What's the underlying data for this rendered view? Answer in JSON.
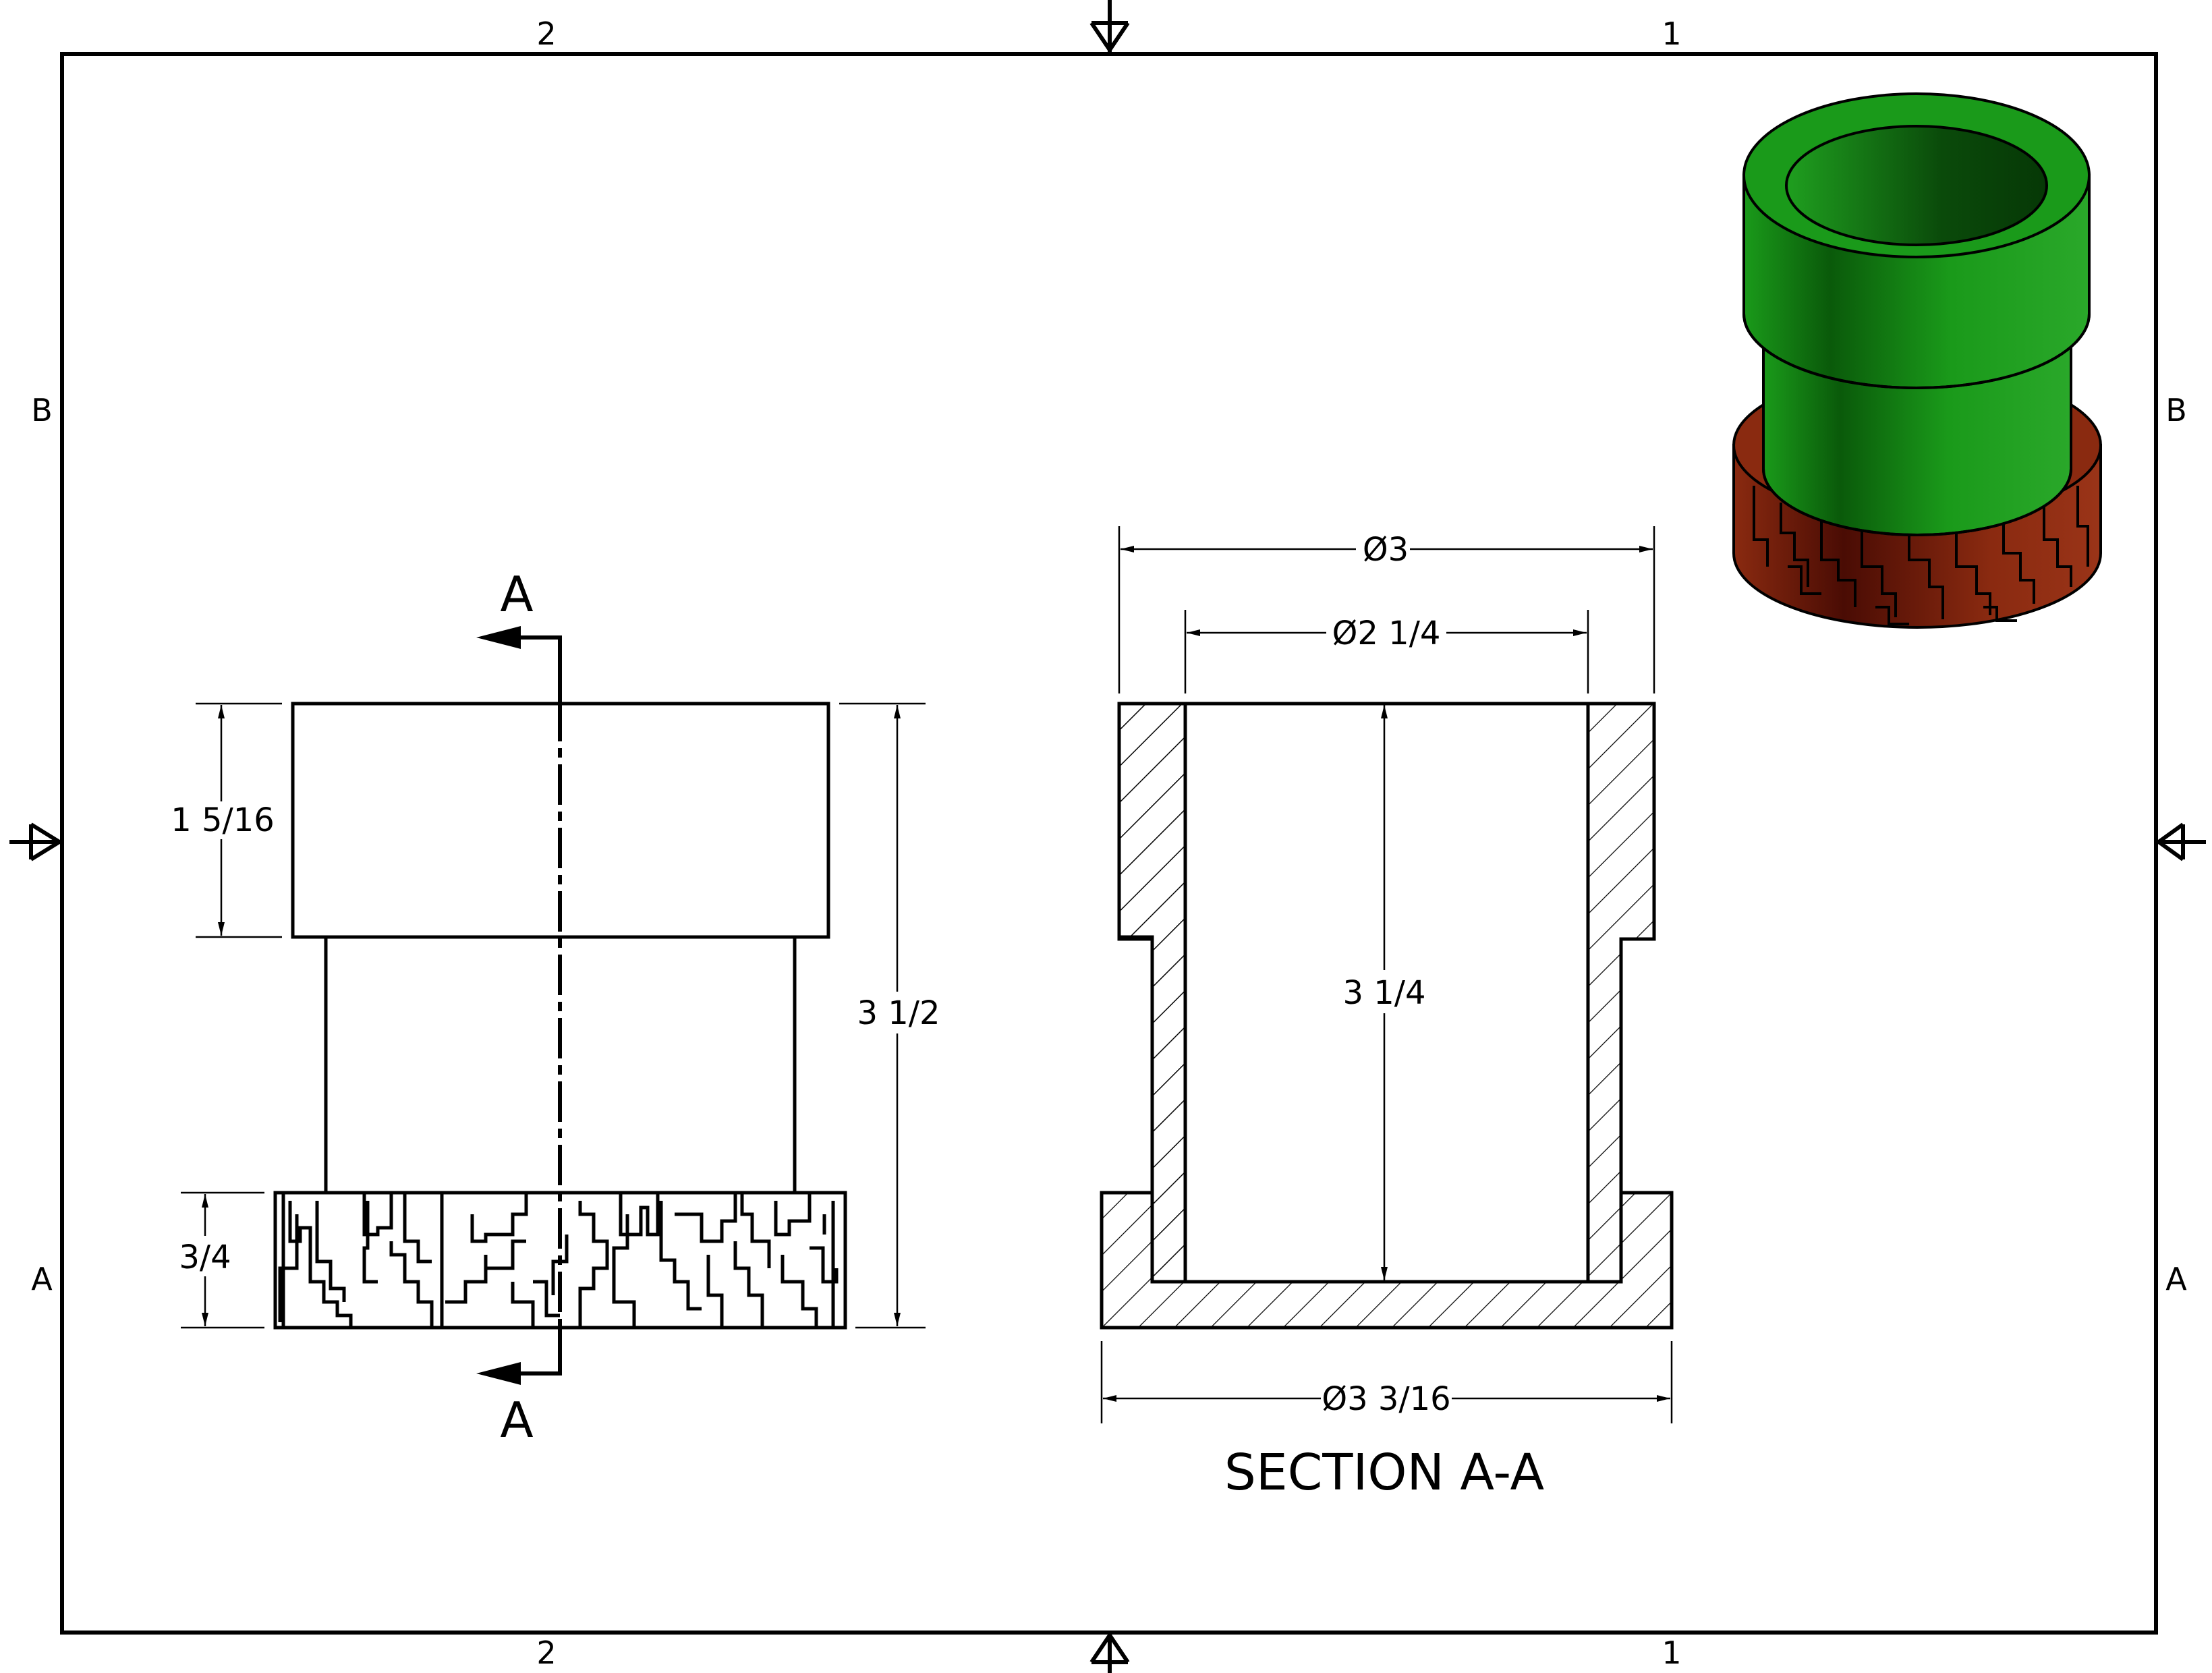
{
  "sheet": {
    "zone_top_left": "2",
    "zone_top_right": "1",
    "zone_bottom_left": "2",
    "zone_bottom_right": "1",
    "zone_left_upper": "B",
    "zone_left_lower": "A",
    "zone_right_upper": "B",
    "zone_right_lower": "A"
  },
  "front_view": {
    "section_letter_top": "A",
    "section_letter_bottom": "A",
    "dim_top_height": "1 5/16",
    "dim_total_height": "3 1/2",
    "dim_base_height": "3/4"
  },
  "section_view": {
    "dim_outer_diameter": "Ø3",
    "dim_inner_diameter": "Ø2 1/4",
    "dim_bore_depth": "3 1/4",
    "dim_base_diameter": "Ø3 3/16",
    "title": "SECTION A-A"
  },
  "iso_view": {
    "body_color": "#1a8c1a",
    "knurl_color": "#7a1a0a"
  }
}
